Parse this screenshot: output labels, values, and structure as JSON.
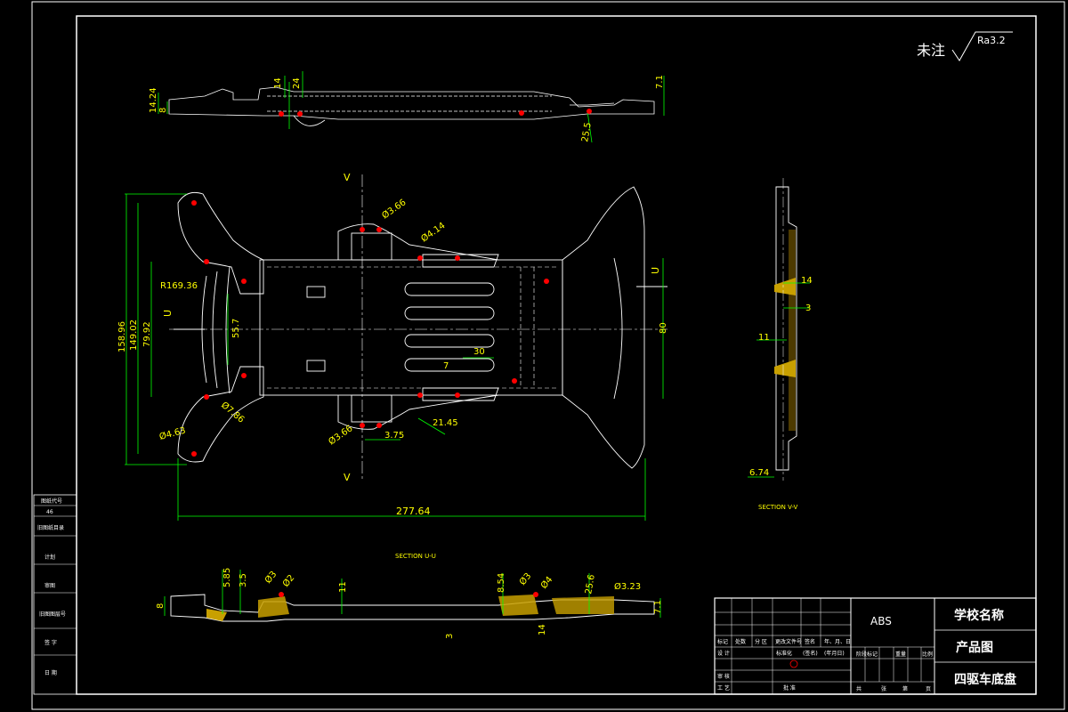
{
  "note": {
    "label": "未注",
    "roughness": "Ra3.2"
  },
  "dimensions": {
    "top_view": [
      "14.24",
      "8",
      "14",
      "24",
      "7.1",
      "25.5"
    ],
    "plan_view": [
      "158.96",
      "149.02",
      "79.92",
      "55.7",
      "R169.36",
      "Ø3.66",
      "Ø4.14",
      "Ø7.86",
      "Ø4.63",
      "Ø3.66",
      "3.75",
      "21.45",
      "30",
      "7",
      "80",
      "277.64"
    ],
    "side_view": [
      "14",
      "3",
      "11",
      "6.74"
    ],
    "bottom_view": [
      "5.85",
      "3.5",
      "Ø3",
      "Ø2",
      "11",
      "8.54",
      "Ø3",
      "Ø4",
      "25.6",
      "Ø3.23",
      "7.1",
      "3",
      "14",
      "8"
    ]
  },
  "section_marks": {
    "v": "V",
    "u": "U"
  },
  "section_titles": {
    "vv": "SECTION V-V",
    "uu": "SECTION U-U"
  },
  "left_strip": [
    "图纸代号",
    "46",
    "旧图纸目录",
    "计划",
    "审图",
    "旧图图层号",
    "签 字",
    "日 期"
  ],
  "title_block": {
    "material": "ABS",
    "school": "学校名称",
    "drawing_type": "产品图",
    "part_name": "四驱车底盘",
    "header_row": [
      "标记",
      "处数",
      "分 区",
      "更改文件号",
      "签名",
      "年、月、日"
    ],
    "row_design": "设 计",
    "row_std": "标准化",
    "row_sign": "(签名)",
    "row_date": "(年月日)",
    "row_review": "审 核",
    "row_craft": "工 艺",
    "row_approve": "批 准",
    "stage_row": [
      "阶段标记",
      "重量",
      "比例"
    ],
    "sheet_row": [
      "共",
      "张",
      "第",
      "页"
    ]
  },
  "colors": {
    "outline": "#ffffff",
    "dimension": "#ffff00",
    "dim_line": "#00ff00",
    "hole": "#ff0000",
    "hatch": "#ffff00"
  }
}
